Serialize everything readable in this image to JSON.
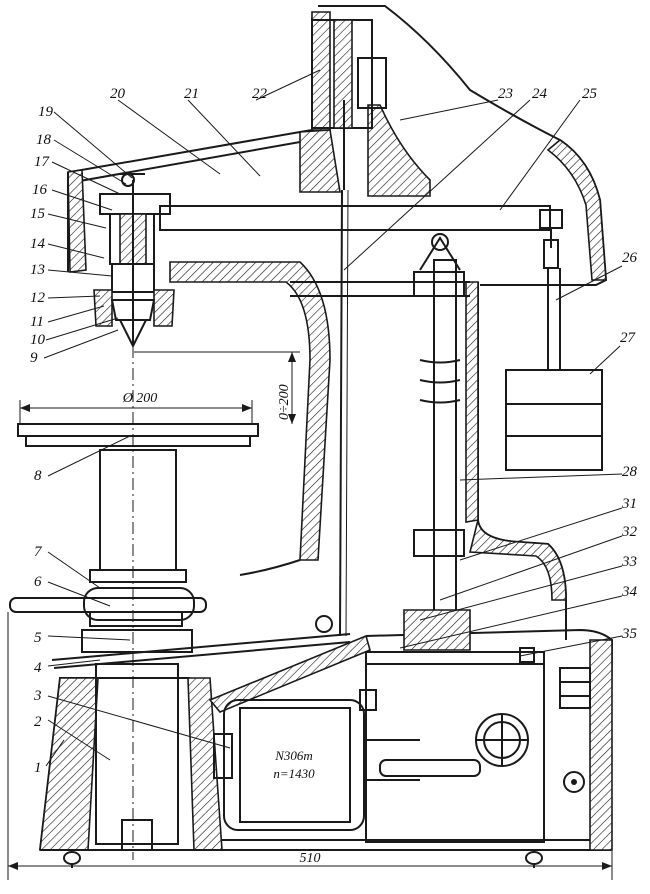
{
  "callouts": {
    "n1": "1",
    "n2": "2",
    "n3": "3",
    "n4": "4",
    "n5": "5",
    "n6": "6",
    "n7": "7",
    "n8": "8",
    "n9": "9",
    "n10": "10",
    "n11": "11",
    "n12": "12",
    "n13": "13",
    "n14": "14",
    "n15": "15",
    "n16": "16",
    "n17": "17",
    "n18": "18",
    "n19": "19",
    "n20": "20",
    "n21": "21",
    "n22": "22",
    "n23": "23",
    "n24": "24",
    "n25": "25",
    "n26": "26",
    "n27": "27",
    "n28": "28",
    "n31": "31",
    "n32": "32",
    "n33": "33",
    "n34": "34",
    "n35": "35"
  },
  "dimensions": {
    "table_diameter": "Ø 200",
    "vertical_travel": "0÷200",
    "base_width": "510"
  },
  "motor_plate": {
    "model": "N306m",
    "speed": "n=1430"
  }
}
